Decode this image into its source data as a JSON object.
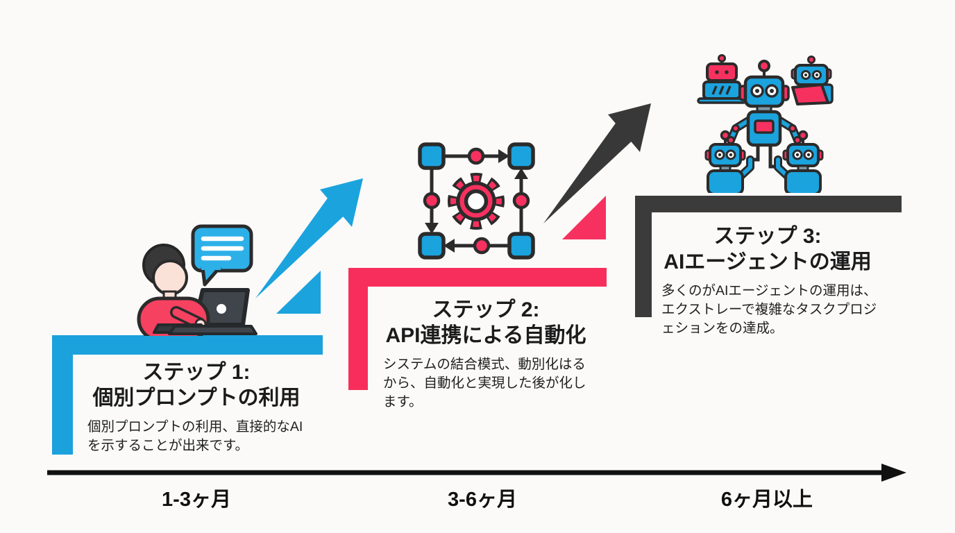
{
  "page": {
    "type": "infographic-roadmap",
    "background": "#fbfaf8"
  },
  "steps": [
    {
      "title_lines": [
        "ステップ 1:",
        "個別プロンプトの利用"
      ],
      "body_lines": [
        "個別プロンプトの利用、直接的なAI",
        "を示することが出来です。"
      ],
      "color": "#1ba1dc",
      "icon": "person-chat-laptop-icon",
      "timeline_label": "1-3ヶ月"
    },
    {
      "title_lines": [
        "ステップ 2:",
        "API連携による自動化"
      ],
      "body_lines": [
        "システムの結合模式、動別化はる",
        "から、自動化と実現した後が化し",
        "ます。"
      ],
      "color": "#f72e5b",
      "icon": "workflow-gear-icon",
      "timeline_label": "3-6ヶ月"
    },
    {
      "title_lines": [
        "ステップ 3:",
        "AIエージェントの運用"
      ],
      "body_lines": [
        "多くのがAIエージェントの運用は、",
        "エクストレーで複雑なタスクプロジ",
        "ェションをの達成。"
      ],
      "color": "#3b3b3b",
      "icon": "robot-team-icon",
      "timeline_label": "6ヶ月以上"
    }
  ],
  "arrows": {
    "arrow1_color": "#1ba3de",
    "arrow2_color": "#383838",
    "accent_triangle1": "#1ba3de",
    "accent_triangle2": "#f7315f"
  },
  "timeline": {
    "axis_color": "#111111",
    "labels": [
      "1-3ヶ月",
      "3-6ヶ月",
      "6ヶ月以上"
    ]
  },
  "colors": {
    "blue": "#1ba1dc",
    "pink": "#f72e5b",
    "dark": "#3b3b3b",
    "bubble_blue": "#2db0e8",
    "text": "#1b1b1b"
  }
}
